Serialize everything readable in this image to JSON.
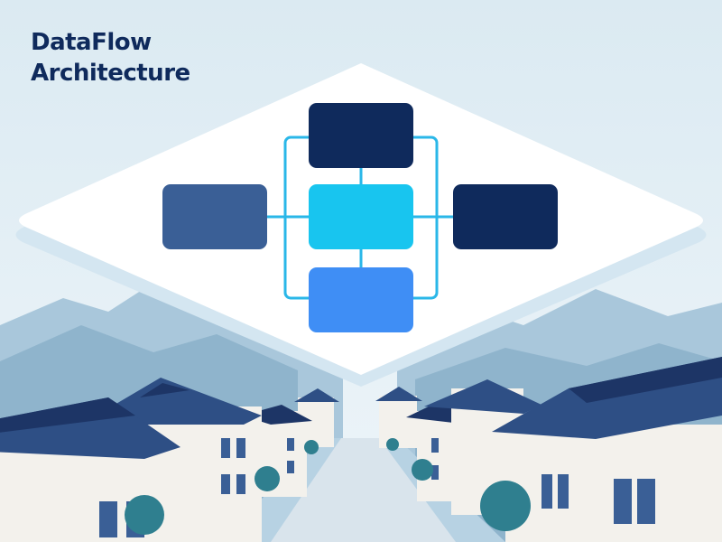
{
  "title": {
    "line1": "DataFlow",
    "line2": "Architecture"
  },
  "colors": {
    "title_text": "#0f2a5c",
    "sky_top": "#dbeaf2",
    "sky_bottom": "#eef5f9",
    "diamond_fill": "#ffffff",
    "diamond_shadow": "#d4e6f1",
    "connector": "#2ab7e8",
    "node_top": "#0f2a5c",
    "node_left": "#3a5f96",
    "node_center": "#18c5ef",
    "node_right": "#0f2a5c",
    "node_bottom": "#3f8ef5",
    "mountain_far": "#a9c7db",
    "mountain_near": "#8fb4cc",
    "roof": "#2e4f85",
    "roof_dark": "#1d3566",
    "wall": "#f3f1ec",
    "window": "#3a5f96",
    "tree": "#2f7f8f",
    "road": "#d9e4ec",
    "sidewalk": "#b7d2e3"
  },
  "diagram": {
    "nodes": [
      {
        "id": "top",
        "label": ""
      },
      {
        "id": "left",
        "label": ""
      },
      {
        "id": "center",
        "label": ""
      },
      {
        "id": "right",
        "label": ""
      },
      {
        "id": "bottom",
        "label": ""
      }
    ],
    "edges": [
      [
        "left",
        "center"
      ],
      [
        "center",
        "right"
      ],
      [
        "top",
        "center"
      ],
      [
        "center",
        "bottom"
      ]
    ]
  }
}
